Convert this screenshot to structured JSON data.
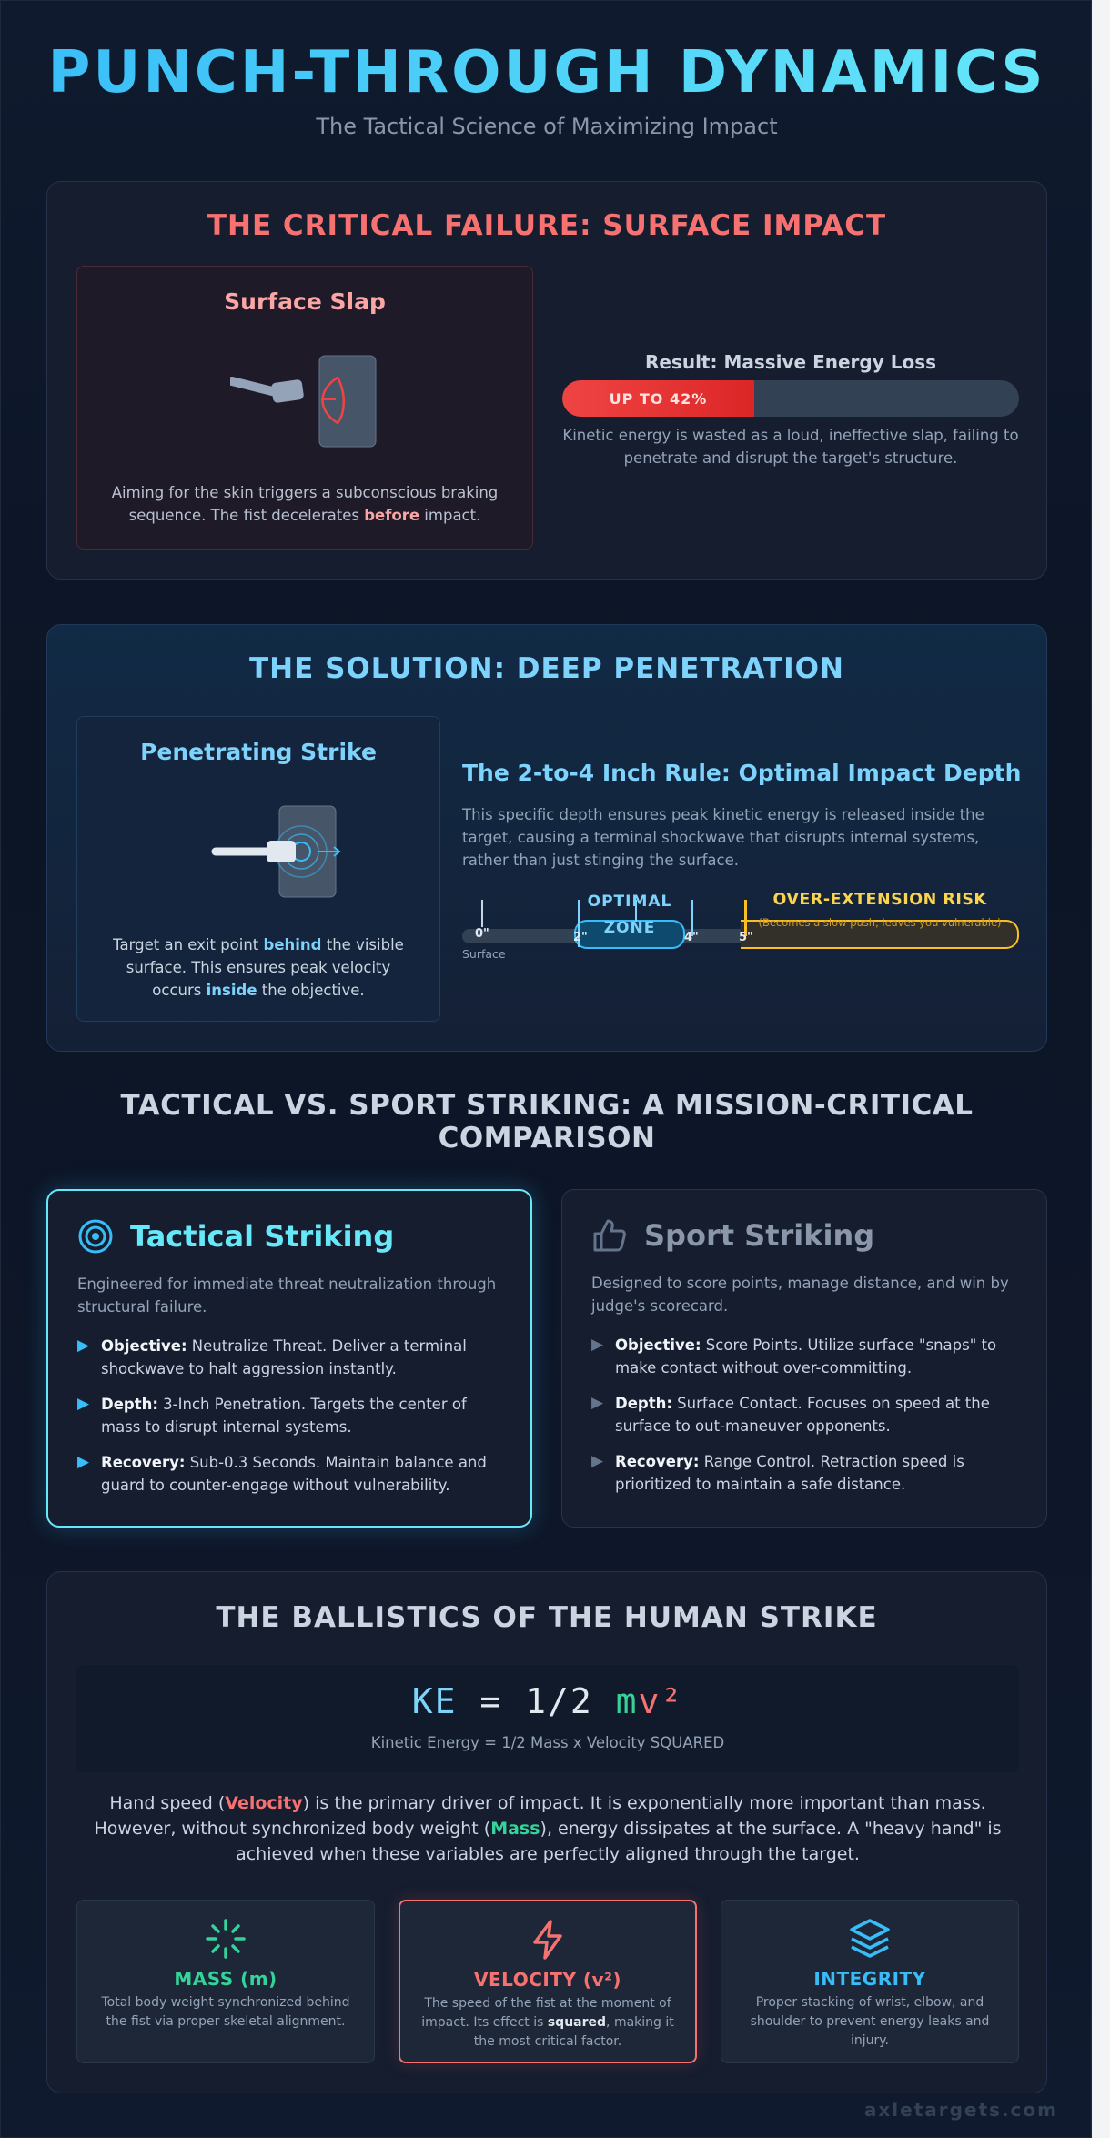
{
  "header": {
    "title": "PUNCH-THROUGH DYNAMICS",
    "subtitle": "The Tactical Science of Maximizing Impact"
  },
  "failure": {
    "title": "THE CRITICAL FAILURE: SURFACE IMPACT",
    "slap_title": "Surface Slap",
    "slap_desc_before": "Aiming for the skin triggers a subconscious braking sequence. The fist decelerates ",
    "slap_desc_emph": "before",
    "slap_desc_after": " impact.",
    "result_label": "Result: Massive Energy Loss",
    "bar_label": "UP TO 42%",
    "bar_fraction": 0.42,
    "result_desc": "Kinetic energy is wasted as a loud, ineffective slap, failing to penetrate and disrupt the target's structure."
  },
  "solution": {
    "title": "THE SOLUTION: DEEP PENETRATION",
    "pen_title": "Penetrating Strike",
    "pen_desc_1": "Target an exit point ",
    "pen_desc_emph1": "behind",
    "pen_desc_2": " the visible surface. This ensures peak velocity occurs ",
    "pen_desc_emph2": "inside",
    "pen_desc_3": " the objective.",
    "rule_title": "The 2-to-4 Inch Rule: Optimal Impact Depth",
    "rule_desc": "This specific depth ensures peak kinetic energy is released inside the target, causing a terminal shockwave that disrupts internal systems, rather than just stinging the surface.",
    "scale": {
      "ticks": [
        "0\"",
        "2\"",
        "4\"",
        "5\""
      ],
      "surface_label": "Surface",
      "zone_label_1": "OPTIMAL",
      "zone_label_2": "ZONE",
      "over_label": "OVER-EXTENSION RISK",
      "over_sub": "(Becomes a slow push, leaves you vulnerable)"
    }
  },
  "comparison": {
    "title_line1": "TACTICAL VS. SPORT STRIKING: A MISSION-CRITICAL",
    "title_line2": "COMPARISON",
    "tactical": {
      "name": "Tactical Striking",
      "desc": "Engineered for immediate threat neutralization through structural failure.",
      "items": [
        {
          "label": "Objective:",
          "text": " Neutralize Threat. Deliver a terminal shockwave to halt aggression instantly."
        },
        {
          "label": "Depth:",
          "text": " 3-Inch Penetration. Targets the center of mass to disrupt internal systems."
        },
        {
          "label": "Recovery:",
          "text": " Sub-0.3 Seconds. Maintain balance and guard to counter-engage without vulnerability."
        }
      ]
    },
    "sport": {
      "name": "Sport Striking",
      "desc": "Designed to score points, manage distance, and win by judge's scorecard.",
      "items": [
        {
          "label": "Objective:",
          "text": " Score Points. Utilize surface \"snaps\" to make contact without over-committing."
        },
        {
          "label": "Depth:",
          "text": " Surface Contact. Focuses on speed at the surface to out-maneuver opponents."
        },
        {
          "label": "Recovery:",
          "text": " Range Control. Retraction speed is prioritized to maintain a safe distance."
        }
      ]
    }
  },
  "ballistics": {
    "title": "THE BALLISTICS OF THE HUMAN STRIKE",
    "formula_ke": "KE",
    "formula_eq": " = 1/2 ",
    "formula_m": "m",
    "formula_v": "v²",
    "formula_sub": "Kinetic Energy = 1/2 Mass x Velocity SQUARED",
    "para_1": "Hand speed (",
    "para_velocity": "Velocity",
    "para_2": ") is the primary driver of impact. It is exponentially more important than mass. However, without synchronized body weight (",
    "para_mass": "Mass",
    "para_3": "), energy dissipates at the surface. A \"heavy hand\" is achieved when these variables are perfectly aligned through the target.",
    "cards": [
      {
        "name": "MASS (m)",
        "desc": "Total body weight synchronized behind the fist via proper skeletal alignment.",
        "icon": "loader-icon",
        "color": "#34d399"
      },
      {
        "name": "VELOCITY (v²)",
        "desc_1": "The speed of the fist at the moment of impact. Its effect is ",
        "desc_emph": "squared",
        "desc_2": ", making it the most critical factor.",
        "icon": "lightning-icon",
        "color": "#f87171"
      },
      {
        "name": "INTEGRITY",
        "desc": "Proper stacking of wrist, elbow, and shoulder to prevent energy leaks and injury.",
        "icon": "layers-icon",
        "color": "#38bdf8"
      }
    ]
  },
  "footer": {
    "brand": "axletargets.com"
  },
  "colors": {
    "accent_cyan": "#38bdf8",
    "danger_red": "#f87171",
    "solution_blue": "#7dd3fc",
    "warning_amber": "#fbbf24",
    "mass_green": "#34d399"
  }
}
